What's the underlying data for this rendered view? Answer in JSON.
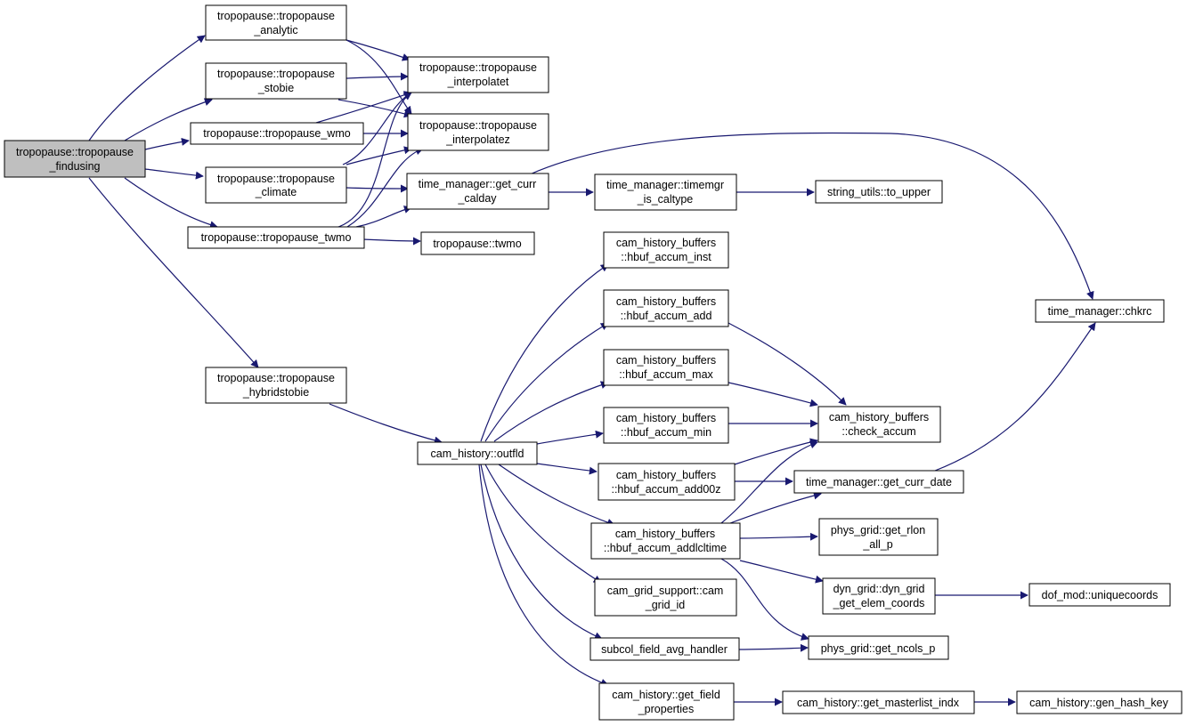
{
  "graph": {
    "colors": {
      "edge": "#191970",
      "root_fill": "#bfbfbf",
      "node_fill": "#ffffff",
      "node_border": "#000000"
    },
    "nodes": [
      {
        "id": "n_findusing",
        "lines": [
          "tropopause::tropopause",
          "_findusing"
        ],
        "root": true
      },
      {
        "id": "n_analytic",
        "lines": [
          "tropopause::tropopause",
          "_analytic"
        ]
      },
      {
        "id": "n_stobie",
        "lines": [
          "tropopause::tropopause",
          "_stobie"
        ]
      },
      {
        "id": "n_wmo",
        "lines": [
          "tropopause::tropopause_wmo"
        ]
      },
      {
        "id": "n_climate",
        "lines": [
          "tropopause::tropopause",
          "_climate"
        ]
      },
      {
        "id": "n_twmo_trop",
        "lines": [
          "tropopause::tropopause_twmo"
        ]
      },
      {
        "id": "n_hybridstobie",
        "lines": [
          "tropopause::tropopause",
          "_hybridstobie"
        ]
      },
      {
        "id": "n_interpolatet",
        "lines": [
          "tropopause::tropopause",
          "_interpolatet"
        ]
      },
      {
        "id": "n_interpolatez",
        "lines": [
          "tropopause::tropopause",
          "_interpolatez"
        ]
      },
      {
        "id": "n_get_curr_calday",
        "lines": [
          "time_manager::get_curr",
          "_calday"
        ]
      },
      {
        "id": "n_twmo",
        "lines": [
          "tropopause::twmo"
        ]
      },
      {
        "id": "n_timemgr_is_caltype",
        "lines": [
          "time_manager::timemgr",
          "_is_caltype"
        ]
      },
      {
        "id": "n_to_upper",
        "lines": [
          "string_utils::to_upper"
        ]
      },
      {
        "id": "n_chkrc",
        "lines": [
          "time_manager::chkrc"
        ]
      },
      {
        "id": "n_outfld",
        "lines": [
          "cam_history::outfld"
        ]
      },
      {
        "id": "n_hbuf_accum_inst",
        "lines": [
          "cam_history_buffers",
          "::hbuf_accum_inst"
        ]
      },
      {
        "id": "n_hbuf_accum_add",
        "lines": [
          "cam_history_buffers",
          "::hbuf_accum_add"
        ]
      },
      {
        "id": "n_hbuf_accum_max",
        "lines": [
          "cam_history_buffers",
          "::hbuf_accum_max"
        ]
      },
      {
        "id": "n_hbuf_accum_min",
        "lines": [
          "cam_history_buffers",
          "::hbuf_accum_min"
        ]
      },
      {
        "id": "n_hbuf_accum_add00z",
        "lines": [
          "cam_history_buffers",
          "::hbuf_accum_add00z"
        ]
      },
      {
        "id": "n_hbuf_accum_addlcltime",
        "lines": [
          "cam_history_buffers",
          "::hbuf_accum_addlcltime"
        ]
      },
      {
        "id": "n_check_accum",
        "lines": [
          "cam_history_buffers",
          "::check_accum"
        ]
      },
      {
        "id": "n_get_curr_date",
        "lines": [
          "time_manager::get_curr_date"
        ]
      },
      {
        "id": "n_get_rlon_all_p",
        "lines": [
          "phys_grid::get_rlon",
          "_all_p"
        ]
      },
      {
        "id": "n_dyn_grid_get_elem_coords",
        "lines": [
          "dyn_grid::dyn_grid",
          "_get_elem_coords"
        ]
      },
      {
        "id": "n_uniquecoords",
        "lines": [
          "dof_mod::uniquecoords"
        ]
      },
      {
        "id": "n_cam_grid_id",
        "lines": [
          "cam_grid_support::cam",
          "_grid_id"
        ]
      },
      {
        "id": "n_subcol_field_avg_handler",
        "lines": [
          "subcol_field_avg_handler"
        ]
      },
      {
        "id": "n_get_ncols_p",
        "lines": [
          "phys_grid::get_ncols_p"
        ]
      },
      {
        "id": "n_get_field_properties",
        "lines": [
          "cam_history::get_field",
          "_properties"
        ]
      },
      {
        "id": "n_get_masterlist_indx",
        "lines": [
          "cam_history::get_masterlist_indx"
        ]
      },
      {
        "id": "n_gen_hash_key",
        "lines": [
          "cam_history::gen_hash_key"
        ]
      }
    ]
  }
}
